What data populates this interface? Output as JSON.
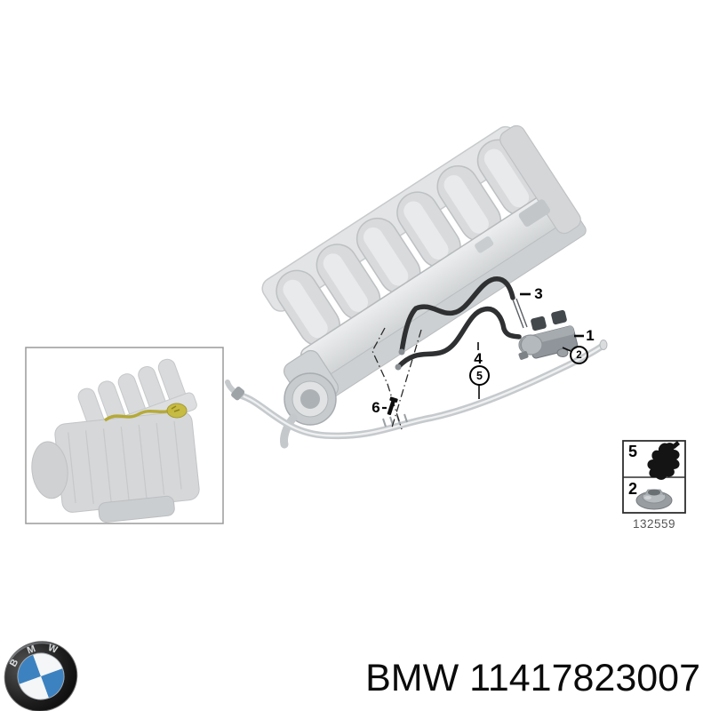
{
  "diagram": {
    "type": "parts-diagram",
    "callouts": {
      "item3": {
        "label": "3"
      },
      "item1": {
        "label": "1"
      },
      "item2": {
        "label": "2",
        "circled": true
      },
      "item4": {
        "label": "4"
      },
      "item5": {
        "label": "5",
        "circled": true
      },
      "item6": {
        "label": "6"
      }
    },
    "legend": {
      "rows": [
        {
          "number": "5",
          "icon": "cable-clip-icon"
        },
        {
          "number": "2",
          "icon": "flange-nut-icon"
        }
      ],
      "reference": "132559"
    }
  },
  "footer": {
    "part_label": "BMW 11417823007",
    "logo_letters": [
      "B",
      "M",
      "W"
    ]
  },
  "colors": {
    "background": "#ffffff",
    "part_gray": "#d8dadc",
    "hose_dark": "#2e3032",
    "pipe_gray": "#c6cacd",
    "highlight_yellow": "#bfb233",
    "logo_blue": "#3d82c0",
    "callout_black": "#000000"
  }
}
